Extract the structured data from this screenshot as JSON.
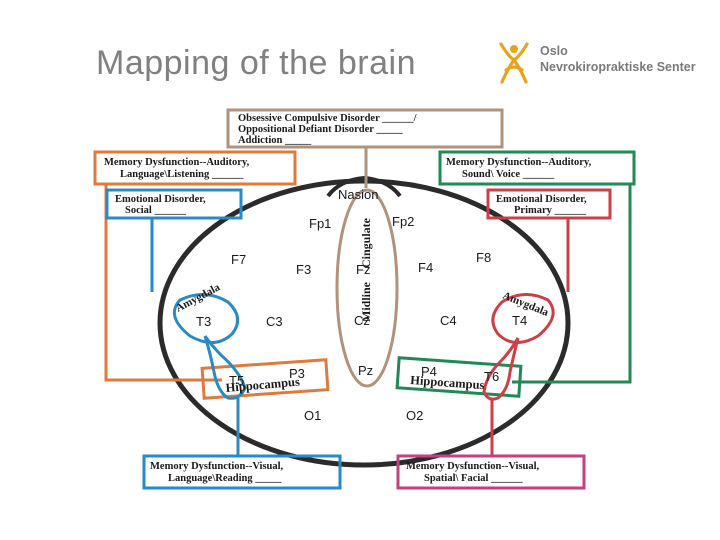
{
  "slide": {
    "title": "Mapping of the  brain"
  },
  "logo": {
    "line1": "Oslo",
    "line2": "Nevrokiropraktiske Senter",
    "accent": "#e8a21b"
  },
  "colors": {
    "tan": "#b0937a",
    "orange": "#e07a3c",
    "green": "#1f8a55",
    "blue": "#2a8bc4",
    "red": "#cc3f46",
    "magenta": "#c2417e",
    "outline": "#2b2b2b"
  },
  "boxes": {
    "top": [
      "Obsessive Compulsive Disorder ______/",
      "Oppositional Defiant Disorder _____",
      "Addiction _____"
    ],
    "left_auditory": [
      "Memory Dysfunction--Auditory,",
      "Language\\Listening ______"
    ],
    "right_auditory": [
      "Memory Dysfunction--Auditory,",
      "Sound\\ Voice ______"
    ],
    "left_emotional": [
      "Emotional Disorder,",
      "Social  ______"
    ],
    "right_emotional": [
      "Emotional Disorder,",
      "Primary ______"
    ],
    "left_visual": [
      "Memory Dysfunction--Visual,",
      "Language\\Reading _____"
    ],
    "right_visual": [
      "Memory Dysfunction--Visual,",
      "Spatial\\ Facial ______"
    ]
  },
  "head": {
    "nasion": "Nasion",
    "cingulate": "Cingulate",
    "midline": "Midline",
    "amygdala_left": "Amygdala",
    "amygdala_right": "Amygdala",
    "hippocampus_left": "Hippocampus",
    "hippocampus_right": "Hippocampus",
    "electrodes": {
      "Fp1": "Fp1",
      "Fp2": "Fp2",
      "F7": "F7",
      "F8": "F8",
      "F3": "F3",
      "Fz": "Fz",
      "F4": "F4",
      "T3": "T3",
      "C3": "C3",
      "Cz": "Cz",
      "C4": "C4",
      "T4": "T4",
      "T5": "T5",
      "P3": "P3",
      "Pz": "Pz",
      "P4": "P4",
      "T6": "T6",
      "O1": "O1",
      "O2": "O2"
    }
  }
}
